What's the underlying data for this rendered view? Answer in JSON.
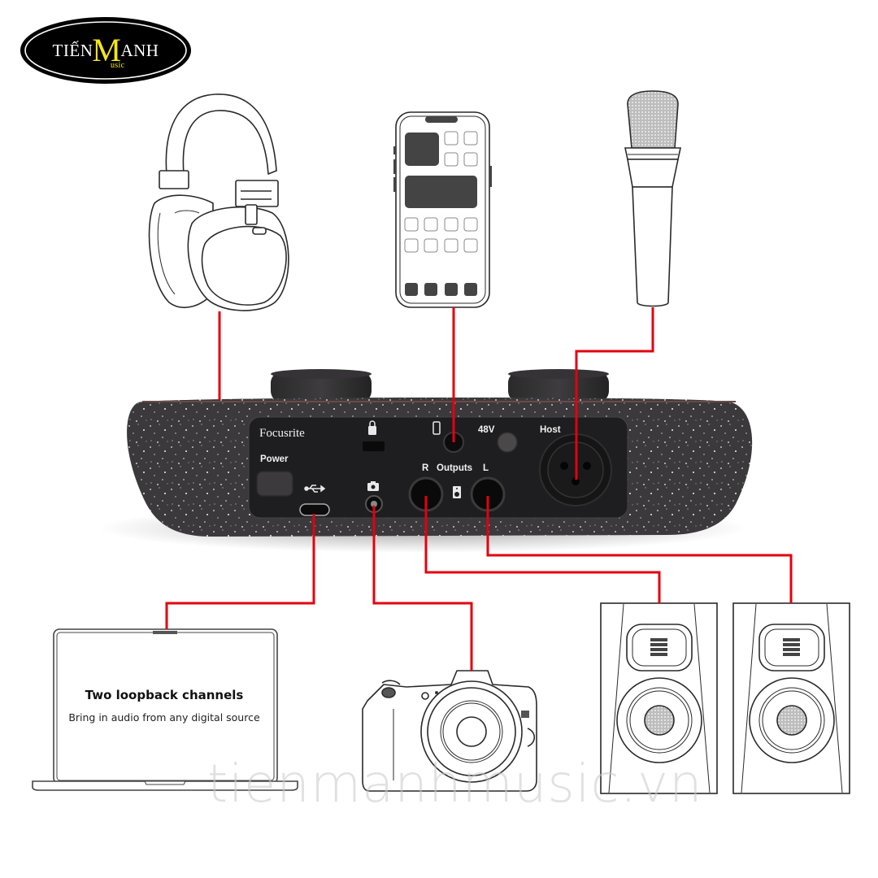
{
  "logo": {
    "prefix": "TIẾN",
    "highlight": "M",
    "suffix": "ANH",
    "sub": "usic",
    "colors": {
      "background": "#000000",
      "text": "#ffffff",
      "accent": "#f3e61a"
    }
  },
  "device": {
    "brand": "Focusrite",
    "labels": {
      "power": "Power",
      "outputs": "Outputs",
      "output_r": "R",
      "output_l": "L",
      "phantom": "48V",
      "host": "Host"
    },
    "icons": [
      "kensington-lock-icon",
      "phone-icon",
      "usb-icon",
      "camera-icon",
      "speaker-icon"
    ]
  },
  "peripherals": {
    "headphones": "headphones",
    "phone": "phone",
    "microphone": "microphone",
    "laptop": {
      "title": "Two loopback channels",
      "subtitle": "Bring in audio from any digital source"
    },
    "camera": "camera",
    "speakers": [
      "speaker-right",
      "speaker-left"
    ]
  },
  "connections": [
    {
      "from": "headphones",
      "to": "headphone-output"
    },
    {
      "from": "phone",
      "to": "phone-jack"
    },
    {
      "from": "microphone",
      "to": "host-xlr-input"
    },
    {
      "from": "laptop",
      "to": "usb-c-port"
    },
    {
      "from": "camera",
      "to": "camera-output"
    },
    {
      "from": "speaker-right",
      "to": "output-r"
    },
    {
      "from": "speaker-left",
      "to": "output-l"
    }
  ],
  "colors": {
    "cable": "#e3000f",
    "device_body": "#3a383a",
    "panel": "#1e1e20",
    "line_art": "#2a2a2a"
  },
  "watermark": "tienmanhmusic.vn"
}
